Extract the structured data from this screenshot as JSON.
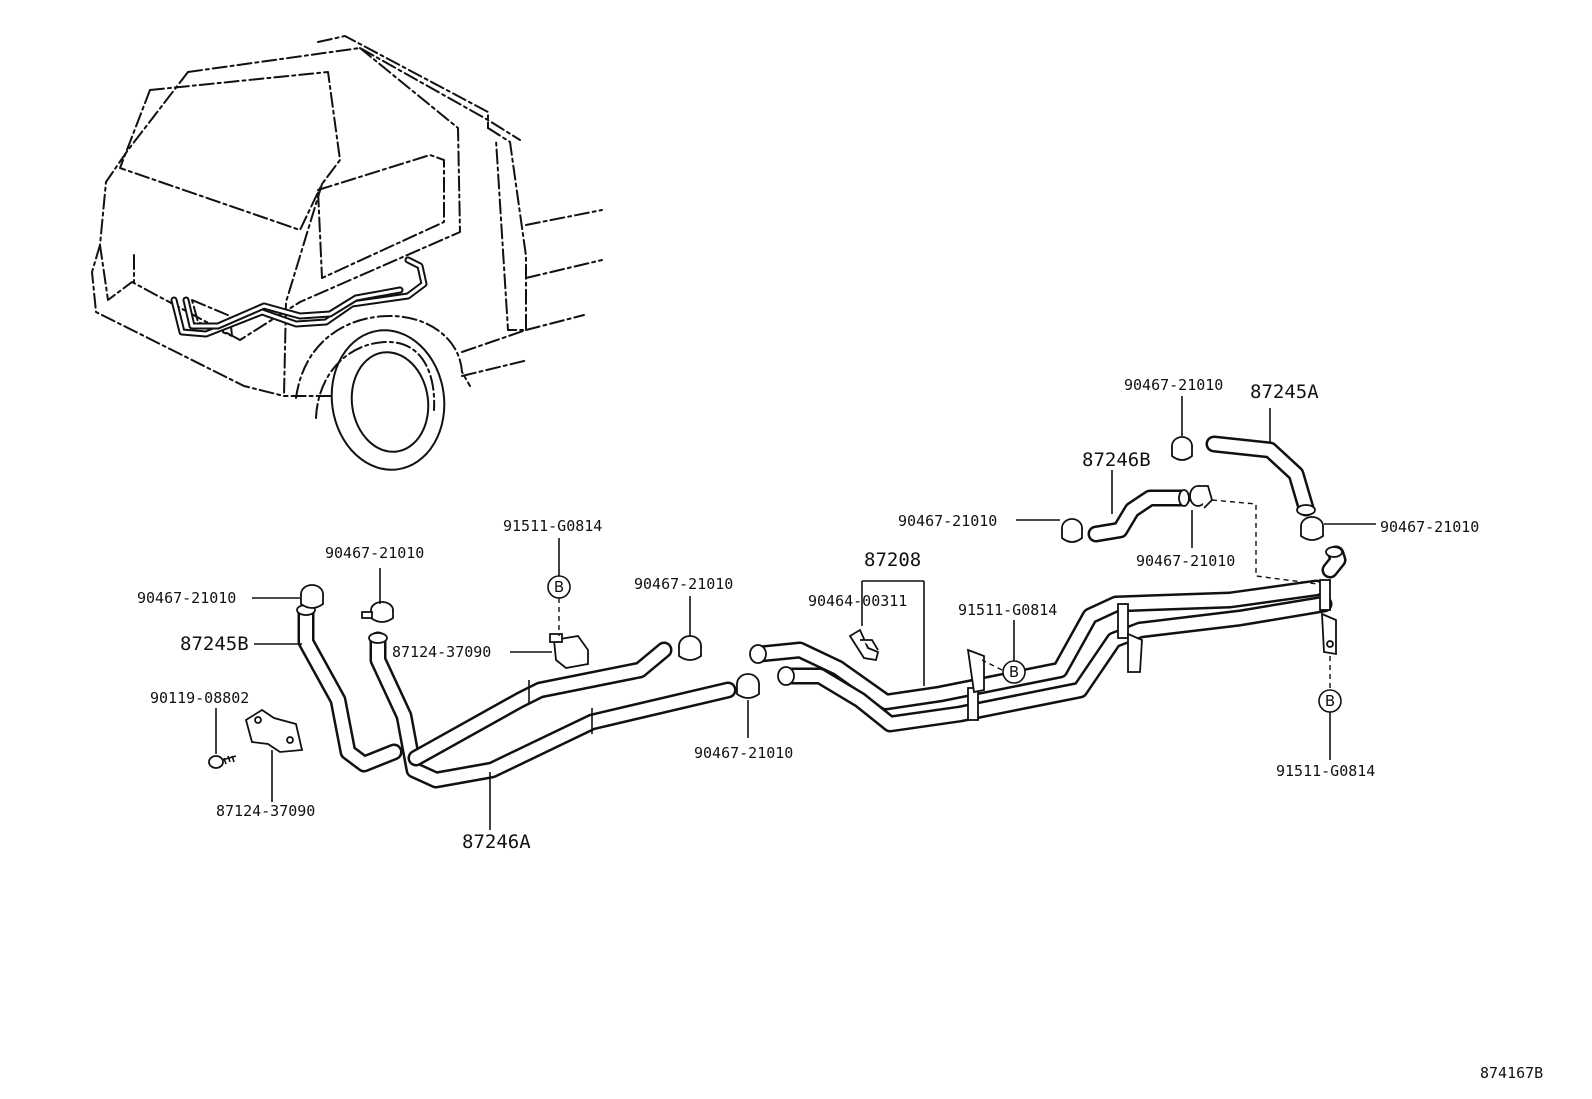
{
  "diagram_id": "874167B",
  "labels": {
    "clamp_top_left": "90467-21010",
    "hose_87245B": "87245B",
    "clamp_top_center": "90467-21010",
    "bolt": "90119-08802",
    "clamp_bracket_lower": "87124-37090",
    "clamp_bracket_mid": "87124-37090",
    "bolt_B_left": "91511-G0814",
    "clamp_mid": "90467-21010",
    "clamp_mid_lower": "90467-21010",
    "hose_87246A": "87246A",
    "pipe_assy": "87208",
    "clip": "90464-00311",
    "bolt_B_center": "91511-G0814",
    "clamp_right_left": "90467-21010",
    "hose_87246B": "87246B",
    "clamp_right_top": "90467-21010",
    "hose_87245A": "87245A",
    "clamp_right_mid": "90467-21010",
    "clamp_far_right": "90467-21010",
    "bolt_B_right": "91511-G0814"
  },
  "callout_letter": "B"
}
